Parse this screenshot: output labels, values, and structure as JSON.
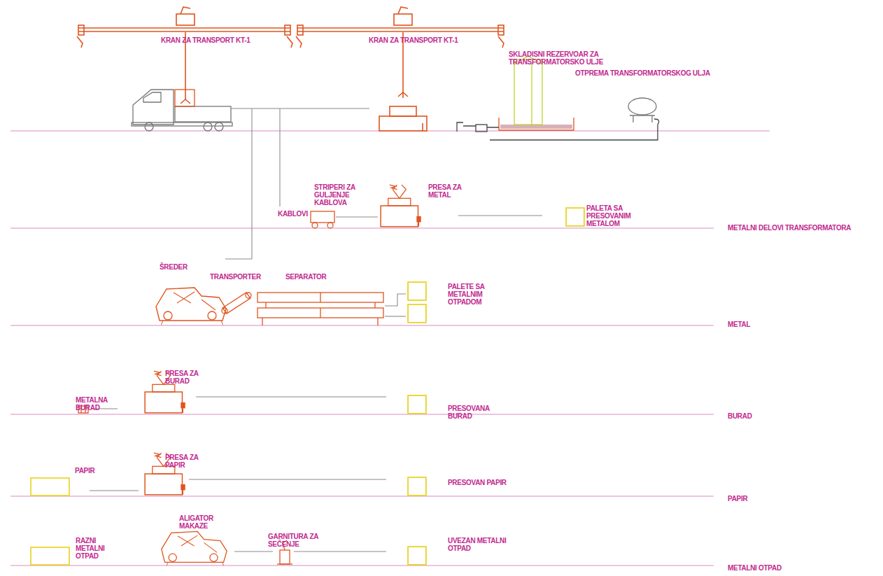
{
  "diagram": {
    "labels": [
      "KRAN ZA TRANSPORT KT-1",
      "KRAN ZA TRANSPORT KT-1",
      "SKLADISNI REZERVOAR ZA TRANSFORMATORSKO ULJE",
      "OTPREMA TRANSFORMATORSKOG ULJA",
      "STRIPERI ZA GULJENJE KABLOVA",
      "PRESA ZA METAL",
      "KABLOVI",
      "PALETA SA PRESOVANIM METALOM",
      "METALNI DELOVI TRANSFORMATORA",
      "ŠREDER",
      "TRANSPORTER",
      "SEPARATOR",
      "PALETE SA METALNIM OTPADOM",
      "METAL",
      "PRESA ZA BURAD",
      "METALNA BURAD",
      "PRESOVANA BURAD",
      "BURAD",
      "PRESA ZA PAPIR",
      "PAPIR",
      "PRESOVAN PAPIR",
      "PAPIR",
      "ALIGATOR MAKAZE",
      "GARNITURA ZA SEČENJE",
      "RAZNI METALNI OTPAD",
      "UVEZAN METALNI OTPAD",
      "METALNI OTPAD"
    ]
  }
}
